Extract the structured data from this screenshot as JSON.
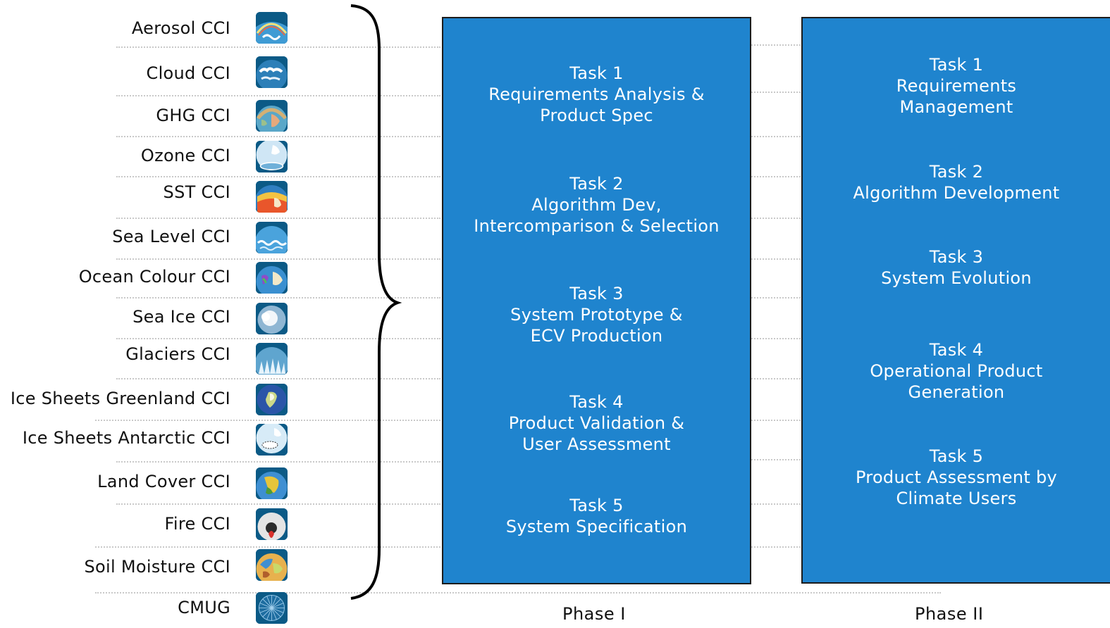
{
  "projects": [
    {
      "label": "Aerosol CCI",
      "icon": "aerosol-globe-icon"
    },
    {
      "label": "Cloud CCI",
      "icon": "cloud-globe-icon"
    },
    {
      "label": "GHG CCI",
      "icon": "ghg-globe-icon"
    },
    {
      "label": "Ozone CCI",
      "icon": "ozone-globe-icon"
    },
    {
      "label": "SST CCI",
      "icon": "sst-globe-icon"
    },
    {
      "label": "Sea Level CCI",
      "icon": "sea-level-globe-icon"
    },
    {
      "label": "Ocean Colour CCI",
      "icon": "ocean-colour-globe-icon"
    },
    {
      "label": "Sea Ice CCI",
      "icon": "sea-ice-globe-icon"
    },
    {
      "label": "Glaciers CCI",
      "icon": "glaciers-globe-icon"
    },
    {
      "label": "Ice Sheets Greenland CCI",
      "icon": "greenland-globe-icon"
    },
    {
      "label": "Ice Sheets Antarctic CCI",
      "icon": "antarctic-globe-icon"
    },
    {
      "label": "Land Cover CCI",
      "icon": "land-cover-globe-icon"
    },
    {
      "label": "Fire CCI",
      "icon": "fire-globe-icon"
    },
    {
      "label": "Soil Moisture CCI",
      "icon": "soil-moisture-globe-icon"
    },
    {
      "label": "CMUG",
      "icon": "cmug-globe-icon"
    }
  ],
  "phase1": {
    "label": "Phase I",
    "color": "#1f84ce",
    "tasks": [
      {
        "lines": [
          "Task 1",
          "Requirements Analysis &",
          "Product Spec"
        ]
      },
      {
        "lines": [
          "Task 2",
          "Algorithm Dev,",
          "Intercomparison & Selection"
        ]
      },
      {
        "lines": [
          "Task 3",
          "System Prototype &",
          "ECV Production"
        ]
      },
      {
        "lines": [
          "Task 4",
          "Product Validation &",
          "User Assessment"
        ]
      },
      {
        "lines": [
          "Task 5",
          "System Specification"
        ]
      }
    ]
  },
  "phase2": {
    "label": "Phase II",
    "color": "#1f84ce",
    "tasks": [
      {
        "lines": [
          "Task 1",
          "Requirements",
          "Management"
        ]
      },
      {
        "lines": [
          "Task 2",
          "Algorithm Development"
        ]
      },
      {
        "lines": [
          "Task 3",
          "System Evolution"
        ]
      },
      {
        "lines": [
          "Task 4",
          "Operational Product",
          "Generation"
        ]
      },
      {
        "lines": [
          "Task 5",
          "Product Assessment by",
          "Climate Users"
        ]
      }
    ]
  }
}
